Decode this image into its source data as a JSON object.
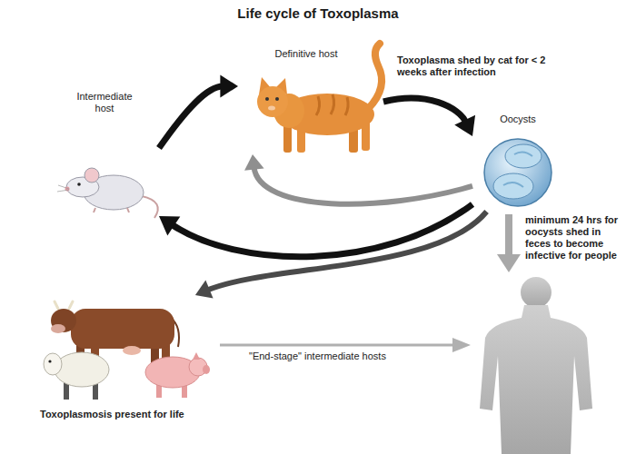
{
  "diagram": {
    "title": "Life cycle of Toxoplasma",
    "nodes": [
      {
        "text": [
          "Definitive host"
        ]
      },
      {
        "text": [
          "Intermediate host"
        ]
      },
      {
        "text": [
          "Oocysts"
        ]
      },
      {
        "text": [
          "Toxoplasmosis present for life"
        ]
      }
    ],
    "edges": [
      {
        "from": 1,
        "to": 0,
        "arrow": "to"
      },
      {
        "from": 0,
        "to": 2,
        "arrow": "to"
      },
      {
        "from": 2,
        "to": 0,
        "arrow": "to"
      },
      {
        "from": 2,
        "to": 1,
        "arrow": "to"
      },
      {
        "from": 2,
        "to": 3,
        "arrow": "to"
      }
    ],
    "labels": [
      "Toxoplasma shed by cat for < 2 weeks after infection",
      "minimum 24 hrs for oocysts shed in feces to become infective for people",
      "\"End-stage\" intermediate hosts"
    ]
  }
}
